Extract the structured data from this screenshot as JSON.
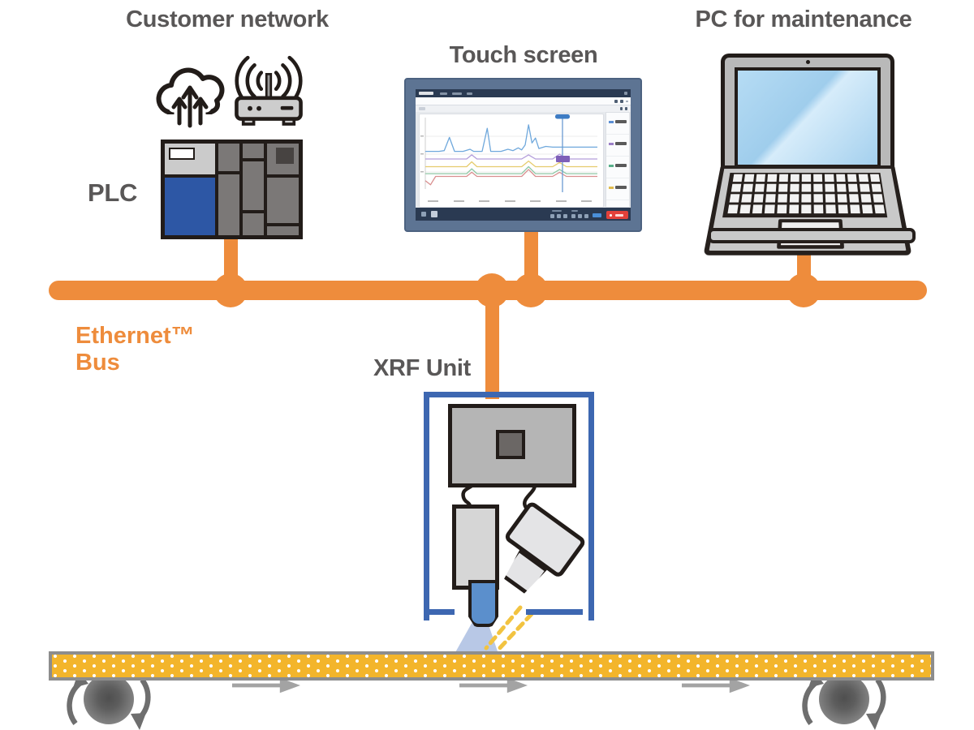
{
  "labels": {
    "customer_network": "Customer network",
    "touch_screen": "Touch screen",
    "pc_maintenance": "PC for maintenance",
    "plc": "PLC",
    "ethernet_line1": "Ethernet™",
    "ethernet_line2": "Bus",
    "xrf_unit": "XRF Unit"
  },
  "colors": {
    "bus_orange": "#EE8C3C",
    "heading_gray": "#595757",
    "outline_black": "#221c19",
    "plc_blue": "#2d57a5",
    "xrf_frame_blue": "#3d67b1",
    "xray_tip_blue": "#5b8fcc",
    "beam_blue": "rgba(125,155,210,0.55)",
    "beam_yellow": "#f2c340",
    "conveyor_yellow": "#f3b52b",
    "conveyor_gray": "#8d8d8d",
    "monitor_frame": "#5d7493",
    "monitor_navy": "#2a3a52",
    "record_red": "#e2413a",
    "laptop_screen_blue": "#a9d3ef"
  },
  "icons": [
    "cloud-upload-icon",
    "wifi-router-icon",
    "plc-module-block",
    "touch-screen-monitor",
    "laptop-icon",
    "xrf-analyzer-head",
    "xray-tube",
    "detector",
    "conveyor-belt",
    "roller-rotation-arrows",
    "flow-direction-arrows"
  ],
  "touch_screen_ui": {
    "legend": [
      {
        "name": "series-blue",
        "color": "#5b8fd4"
      },
      {
        "name": "series-purple",
        "color": "#9b7fc7"
      },
      {
        "name": "series-green",
        "color": "#58b08a"
      },
      {
        "name": "series-yellow",
        "color": "#e0bb4e"
      }
    ],
    "chart": {
      "type": "line",
      "cursor_x_percent": 80,
      "series": [
        {
          "name": "blue",
          "color": "#6fa8dc",
          "points": [
            [
              0,
              46
            ],
            [
              8,
              46
            ],
            [
              11,
              45
            ],
            [
              14,
              26
            ],
            [
              17,
              46
            ],
            [
              22,
              46
            ],
            [
              26,
              43
            ],
            [
              28,
              46
            ],
            [
              33,
              46
            ],
            [
              36,
              13
            ],
            [
              38,
              46
            ],
            [
              44,
              46
            ],
            [
              48,
              43
            ],
            [
              51,
              45
            ],
            [
              54,
              41
            ],
            [
              56,
              44
            ],
            [
              58,
              37
            ],
            [
              60,
              8
            ],
            [
              62,
              34
            ],
            [
              64,
              27
            ],
            [
              66,
              42
            ],
            [
              70,
              39
            ],
            [
              74,
              40
            ],
            [
              80,
              40
            ],
            [
              100,
              40
            ]
          ]
        },
        {
          "name": "purple",
          "color": "#b39ddb",
          "points": [
            [
              0,
              57
            ],
            [
              24,
              57
            ],
            [
              27,
              51
            ],
            [
              30,
              57
            ],
            [
              56,
              57
            ],
            [
              60,
              51
            ],
            [
              64,
              57
            ],
            [
              74,
              57
            ],
            [
              78,
              50
            ],
            [
              82,
              57
            ],
            [
              100,
              57
            ]
          ]
        },
        {
          "name": "yellow",
          "color": "#e6cc6e",
          "points": [
            [
              0,
              68
            ],
            [
              24,
              68
            ],
            [
              27,
              61
            ],
            [
              30,
              68
            ],
            [
              56,
              68
            ],
            [
              60,
              60
            ],
            [
              64,
              68
            ],
            [
              74,
              68
            ],
            [
              78,
              62
            ],
            [
              82,
              68
            ],
            [
              100,
              68
            ]
          ]
        },
        {
          "name": "green",
          "color": "#8fc7a5",
          "points": [
            [
              0,
              78
            ],
            [
              24,
              78
            ],
            [
              27,
              71
            ],
            [
              30,
              78
            ],
            [
              56,
              78
            ],
            [
              60,
              68
            ],
            [
              64,
              78
            ],
            [
              74,
              78
            ],
            [
              78,
              72
            ],
            [
              82,
              78
            ],
            [
              100,
              78
            ]
          ]
        },
        {
          "name": "red",
          "color": "#d98f8f",
          "points": [
            [
              0,
              88
            ],
            [
              3,
              94
            ],
            [
              6,
              82
            ],
            [
              24,
              82
            ],
            [
              27,
              76
            ],
            [
              30,
              82
            ],
            [
              56,
              82
            ],
            [
              60,
              72
            ],
            [
              64,
              82
            ],
            [
              74,
              82
            ],
            [
              78,
              76
            ],
            [
              82,
              82
            ],
            [
              100,
              82
            ]
          ]
        }
      ]
    }
  },
  "conveyor": {
    "direction": "right",
    "flow_arrow_count": 3,
    "roller_count": 2
  }
}
